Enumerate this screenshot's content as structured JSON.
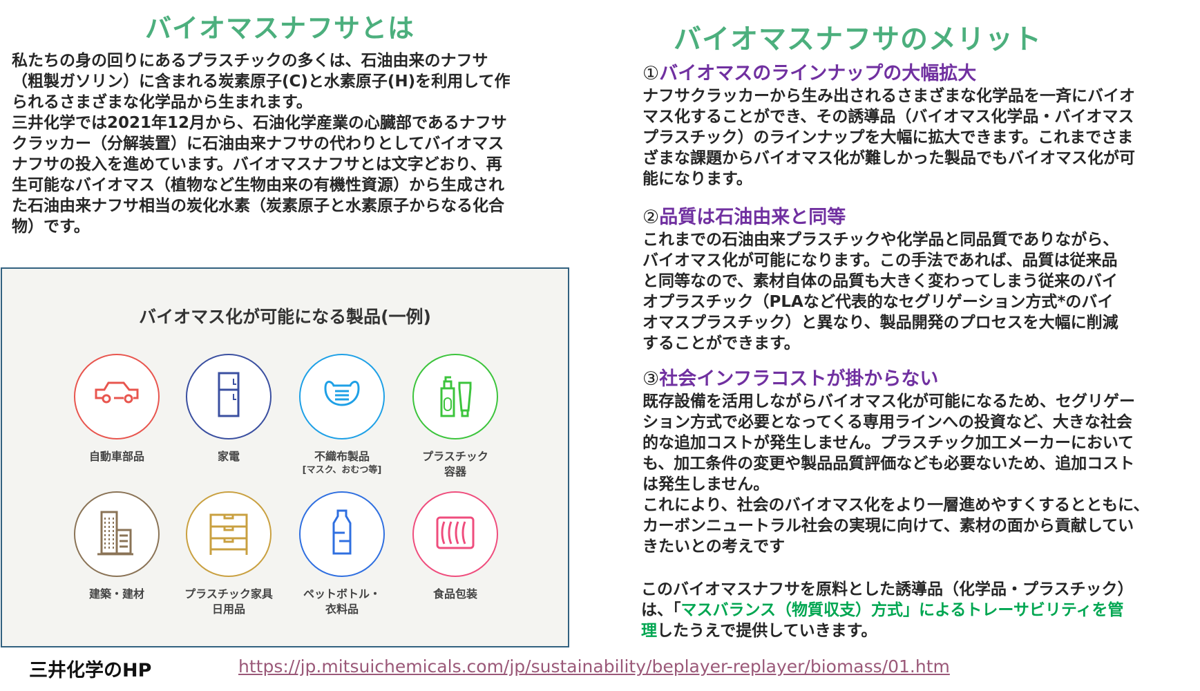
{
  "left": {
    "title": "バイオマスナフサとは",
    "lines": [
      "私たちの身の回りにあるプラスチックの多くは、石油由来のナフサ",
      "（粗製ガソリン）に含まれる炭素原子(C)と水素原子(H)を利用して作",
      "られるさまざまな化学品から生まれます。",
      "三井化学では2021年12月から、石油化学産業の心臓部であるナフサ",
      "クラッカー（分解装置）に石油由来ナフサの代わりとしてバイオマス",
      "ナフサの投入を進めています。バイオマスナフサとは文字どおり、再",
      "生可能なバイオマス（植物など生物由来の有機性資源）から生成され",
      "た石油由来ナフサ相当の炭化水素（炭素原子と水素原子からなる化合",
      "物）です。"
    ]
  },
  "panel": {
    "title": "バイオマス化が可能になる製品(一例)",
    "items": [
      {
        "label": "自動車部品",
        "sub": "",
        "icon": "car-icon",
        "color": "#e8554e"
      },
      {
        "label": "家電",
        "sub": "",
        "icon": "refrigerator-icon",
        "color": "#3a4fa0"
      },
      {
        "label": "不織布製品",
        "sub": "[マスク、おむつ等]",
        "icon": "mask-icon",
        "color": "#1ea0e6"
      },
      {
        "label": "プラスチック",
        "sub": "容器",
        "icon": "bottles-icon",
        "color": "#3cc43c"
      },
      {
        "label": "建築・建材",
        "sub": "",
        "icon": "building-icon",
        "color": "#8a7356"
      },
      {
        "label": "プラスチック家具",
        "sub": "日用品",
        "icon": "drawer-icon",
        "color": "#c9a040"
      },
      {
        "label": "ペットボトル・",
        "sub": "衣料品",
        "icon": "pet-bottle-icon",
        "color": "#2f6fe0"
      },
      {
        "label": "食品包装",
        "sub": "",
        "icon": "food-package-icon",
        "color": "#ef4d7d"
      }
    ]
  },
  "right": {
    "title": "バイオマスナフサのメリット",
    "sections": [
      {
        "num": "①",
        "heading": "バイオマスのラインナップの大幅拡大",
        "lines": [
          "ナフサクラッカーから生み出されるさまざまな化学品を一斉にバイオ",
          "マス化することができ、その誘導品（バイオマス化学品・バイオマス",
          "プラスチック）のラインナップを大幅に拡大できます。これまでさま",
          "ざまな課題からバイオマス化が難しかった製品でもバイオマス化が可",
          "能になります。"
        ]
      },
      {
        "num": "②",
        "heading": "品質は石油由来と同等",
        "lines": [
          "これまでの石油由来プラスチックや化学品と同品質でありながら、",
          "バイオマス化が可能になります。この手法であれば、品質は従来品",
          "と同等なので、素材自体の品質も大きく変わってしまう従来のバイ",
          "オプラスチック（PLAなど代表的なセグリゲーション方式*のバイ",
          "オマスプラスチック）と異なり、製品開発のプロセスを大幅に削減",
          "することができます。"
        ]
      },
      {
        "num": "③",
        "heading": "社会インフラコストが掛からない",
        "lines": [
          "既存設備を活用しながらバイオマス化が可能になるため、セグリゲー",
          "ション方式で必要となってくる専用ラインへの投資など、大きな社会",
          "的な追加コストが発生しません。プラスチック加工メーカーにおいて",
          "も、加工条件の変更や製品品質評価なども必要ないため、追加コスト",
          "は発生しません。",
          "これにより、社会のバイオマス化をより一層進めやすくするとともに、",
          "カーボンニュートラル社会の実現に向けて、素材の面から貢献してい",
          "きたいとの考えです"
        ]
      }
    ],
    "closing": {
      "line1": "このバイオマスナフサを原料とした誘導品（化学品・プラスチック）",
      "line2a": "は、「",
      "line2b": "マスバランス（物質収支）方式」によるトレーサビリティを管",
      "line3a": "理",
      "line3b": "したうえで提供していきます。"
    }
  },
  "footer": {
    "source_label": "三井化学のHP",
    "url": "https://jp.mitsuichemicals.com/jp/sustainability/beplayer-replayer/biomass/01.htm"
  }
}
